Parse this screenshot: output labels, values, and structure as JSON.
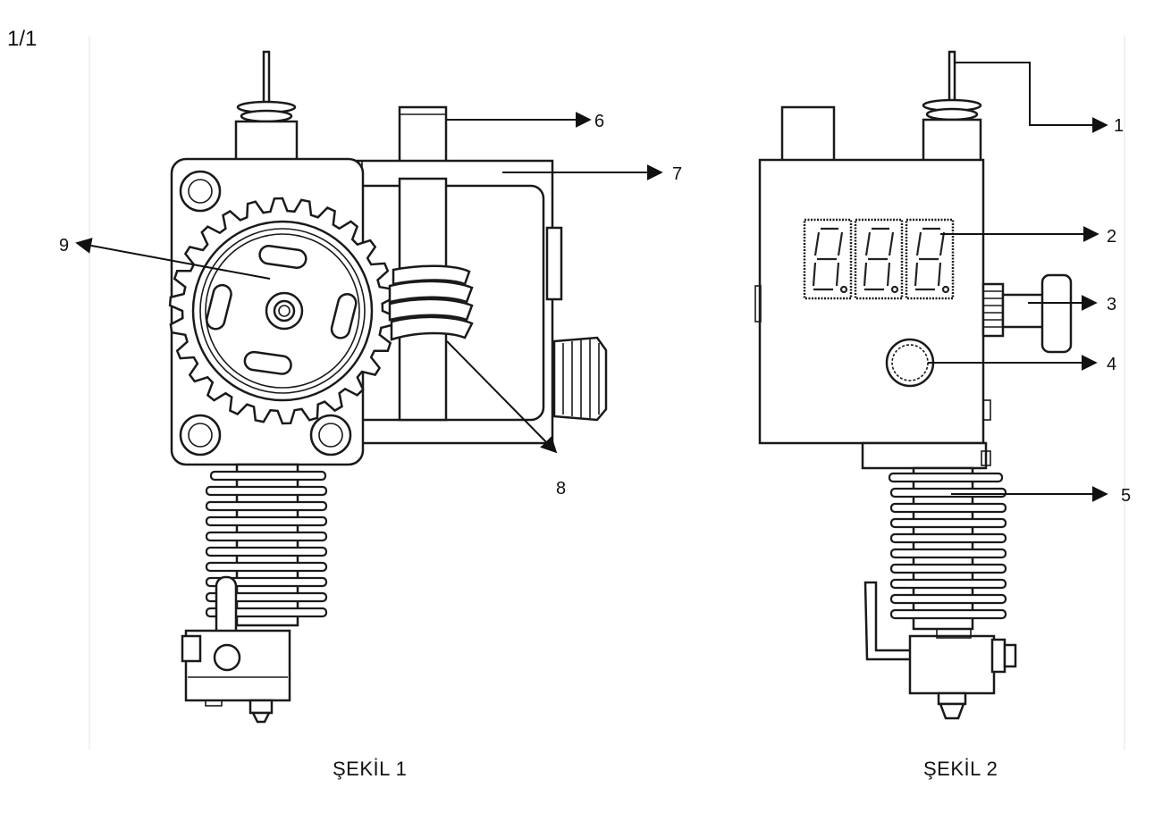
{
  "page_label": "1/1",
  "figures": [
    {
      "caption": "ŞEKİL 1",
      "labels": [
        "6",
        "7",
        "8",
        "9"
      ]
    },
    {
      "caption": "ŞEKİL 2",
      "labels": [
        "1",
        "2",
        "3",
        "4",
        "5"
      ]
    }
  ],
  "colors": {
    "ink": "#111111",
    "paper": "#ffffff"
  }
}
